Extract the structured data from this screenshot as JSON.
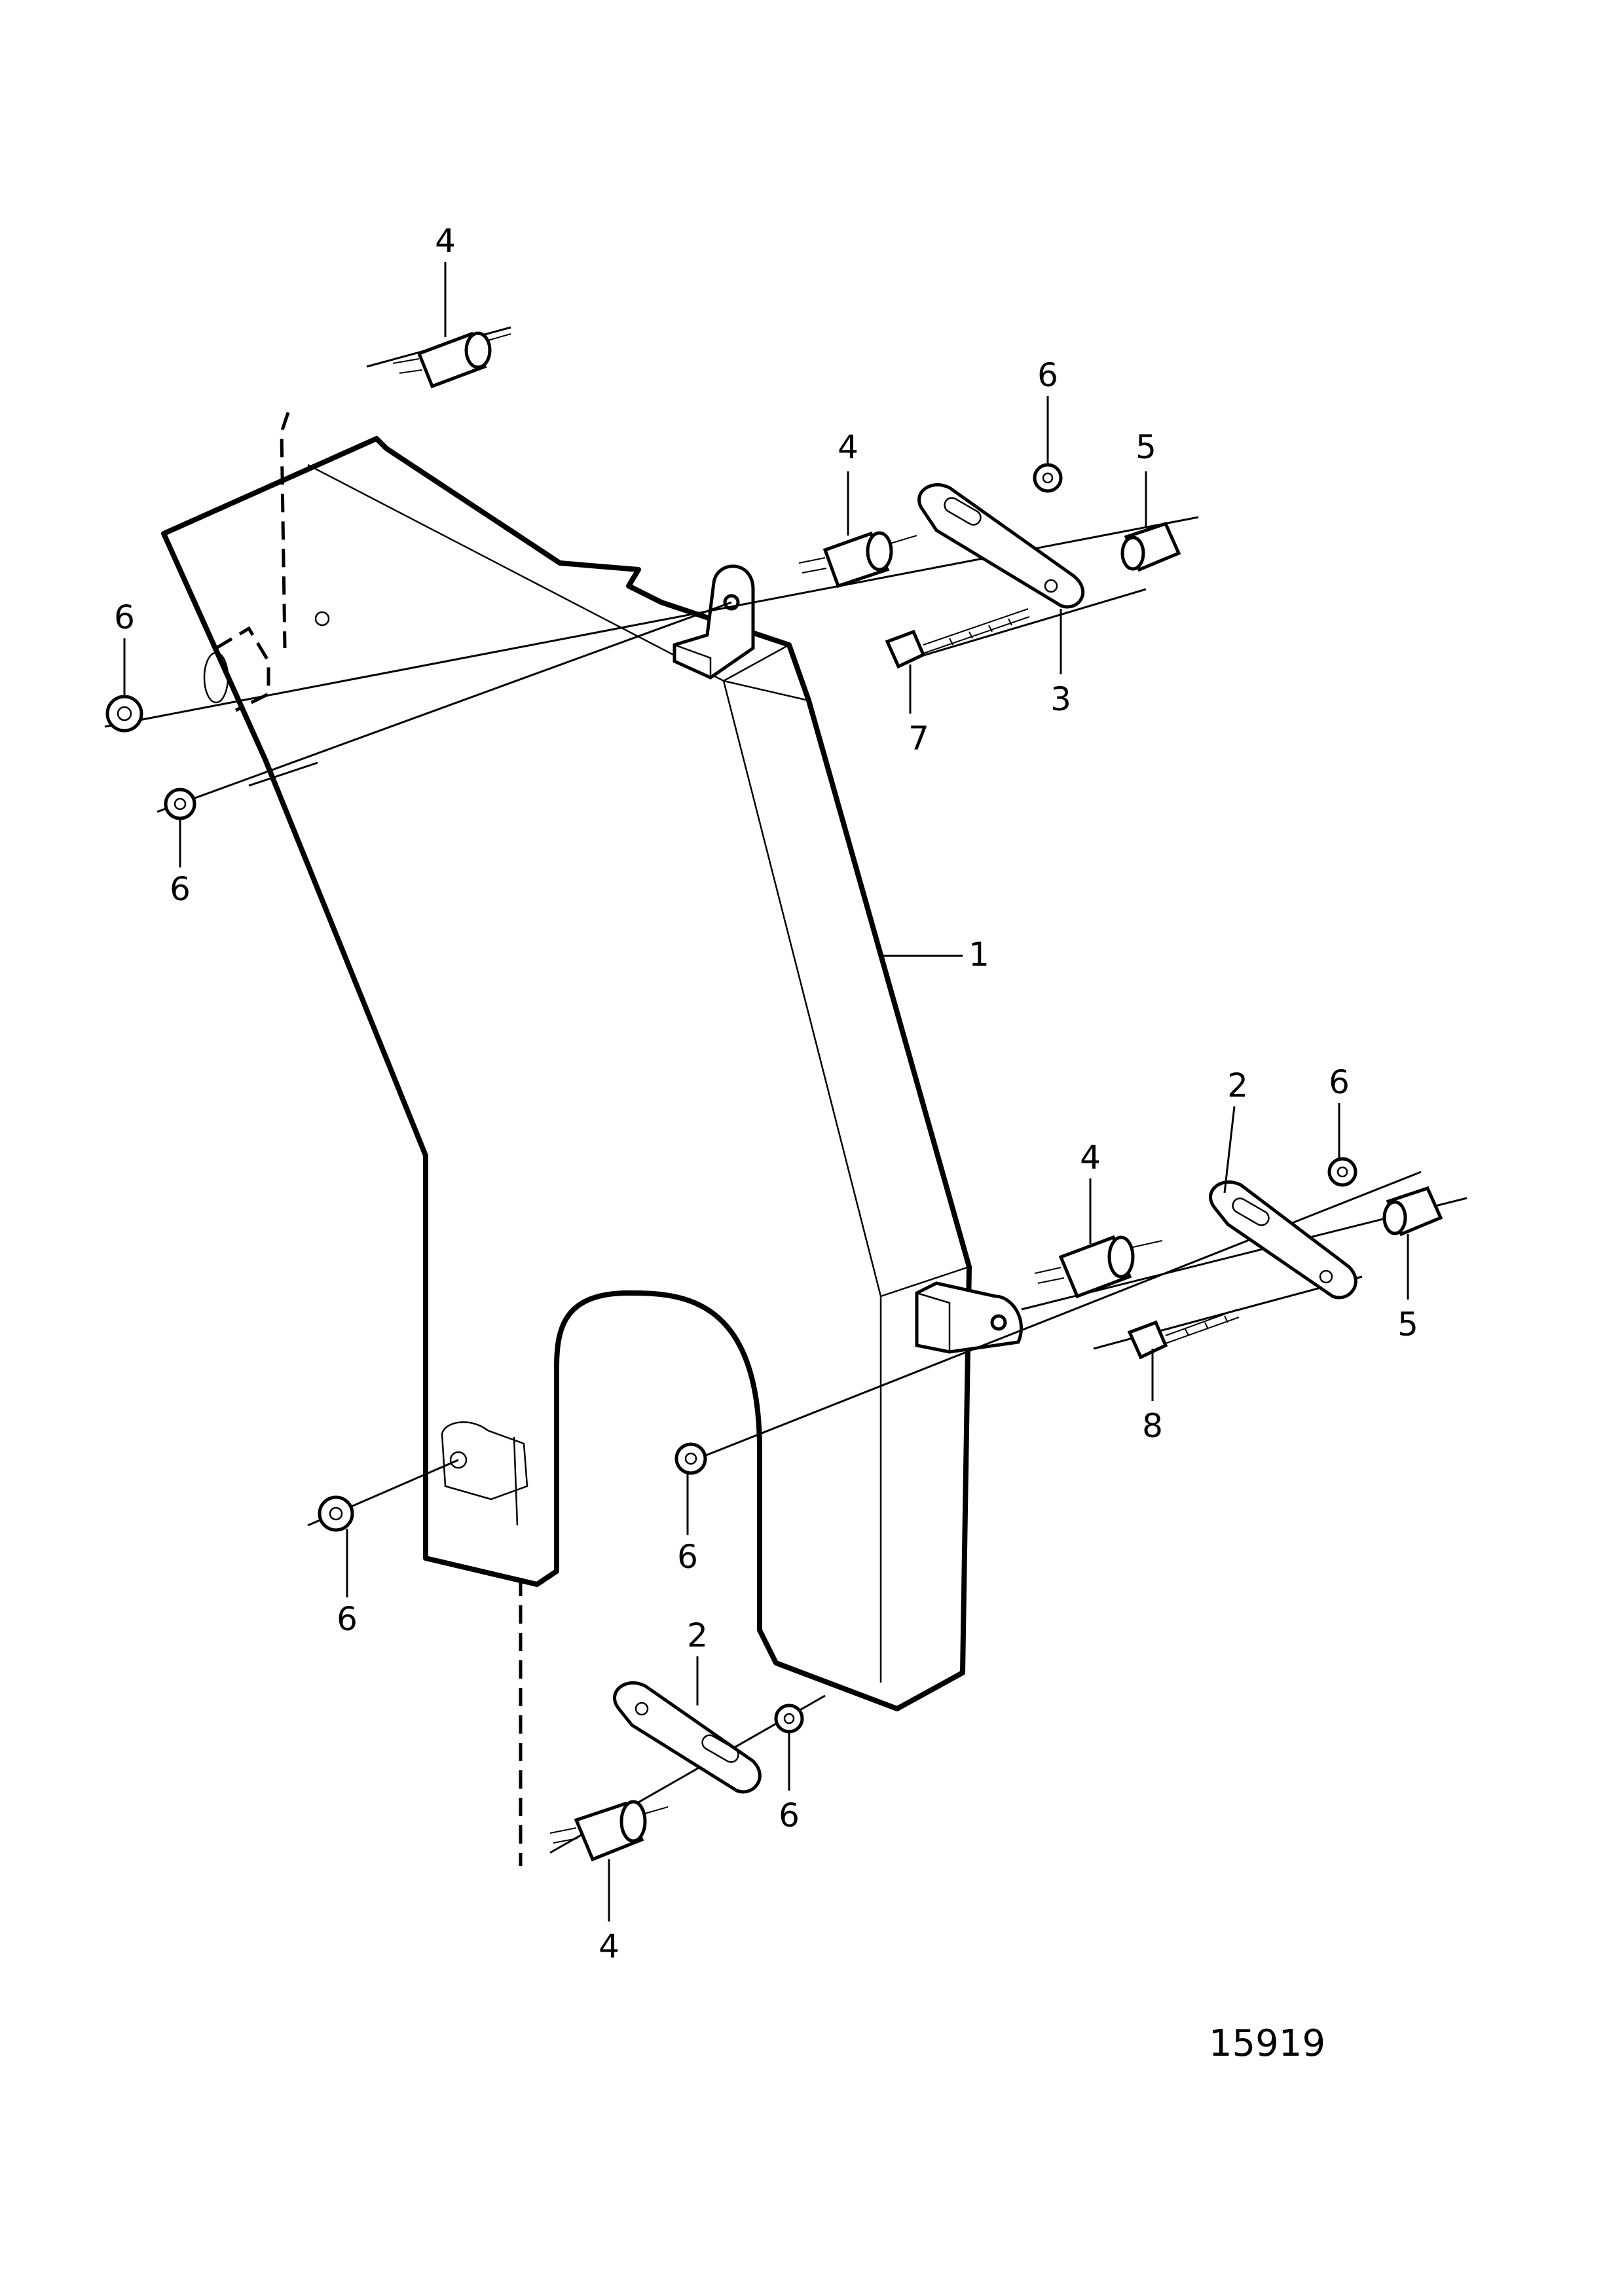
{
  "figure": {
    "number": "15919"
  },
  "callouts": {
    "c1": "1",
    "c2a": "2",
    "c2b": "2",
    "c3": "3",
    "c4a": "4",
    "c4b": "4",
    "c4c": "4",
    "c4d": "4",
    "c5a": "5",
    "c5b": "5",
    "c6a": "6",
    "c6b": "6",
    "c6c": "6",
    "c6d": "6",
    "c6e": "6",
    "c6f": "6",
    "c6g": "6",
    "c7": "7",
    "c8": "8"
  },
  "colors": {
    "ink": "#000000",
    "paper": "#ffffff"
  }
}
